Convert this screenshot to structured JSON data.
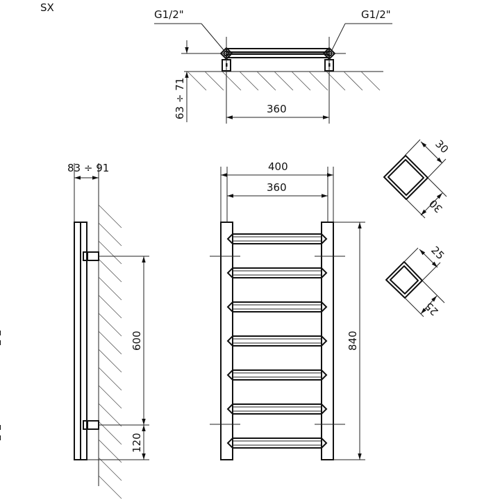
{
  "title": "SX",
  "top_view": {
    "connection_left": "G1/2\"",
    "connection_right": "G1/2\"",
    "wall_distance": "63 ÷ 71",
    "axis_spacing": "360"
  },
  "side_view": {
    "depth": "83 ÷ 91",
    "connection_spacing": "600",
    "bottom_offset": "120"
  },
  "front_view": {
    "width": "400",
    "axis_spacing": "360",
    "height": "840",
    "bar_count": 7
  },
  "profiles": {
    "rail_profile": {
      "side_a": "30",
      "side_b": "30"
    },
    "bar_profile": {
      "side_a": "25",
      "side_b": "25"
    }
  },
  "colors": {
    "line": "#111111",
    "background": "#ffffff"
  }
}
